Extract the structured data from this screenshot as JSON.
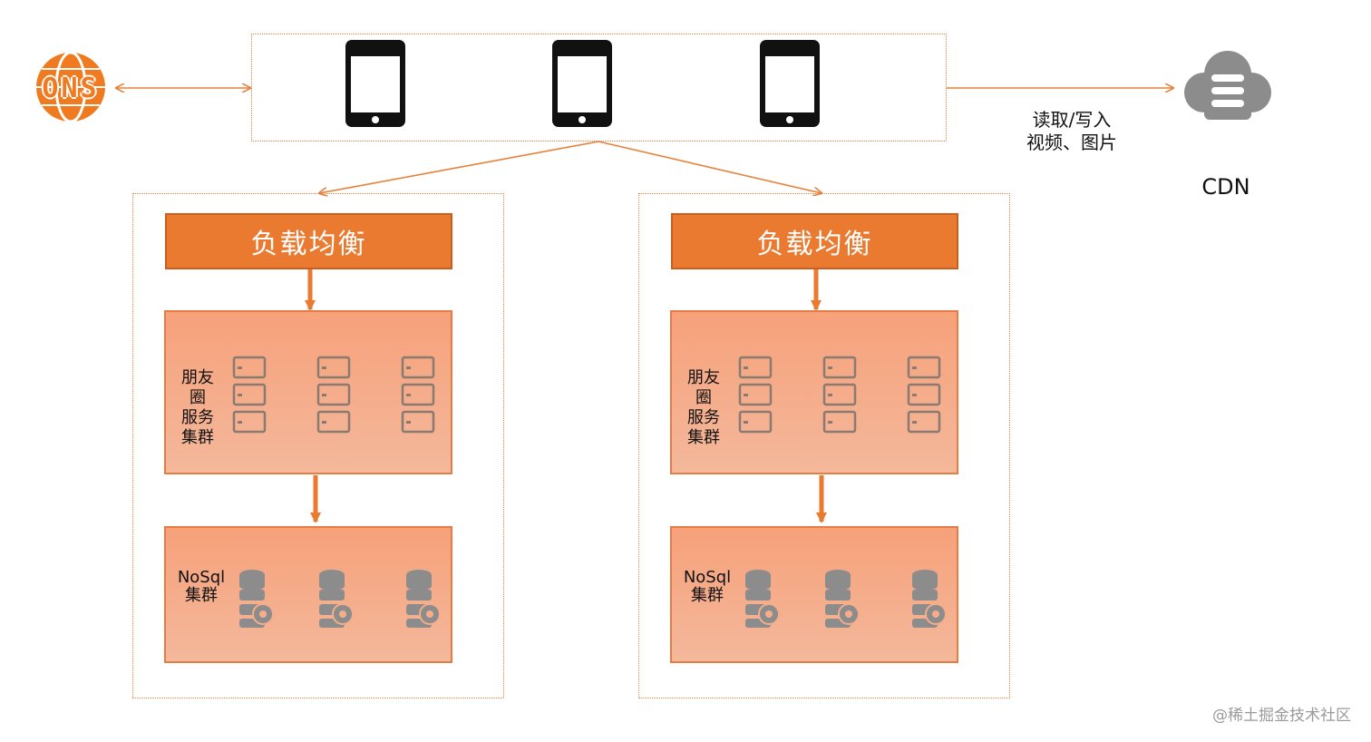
{
  "dns": {
    "label": "ONS"
  },
  "clients": {
    "icons": [
      "tablet-icon",
      "tablet-icon",
      "tablet-icon"
    ]
  },
  "cdn": {
    "label": "CDN",
    "edge_label_line1": "读取/写入",
    "edge_label_line2": "视频、图片"
  },
  "regions": [
    {
      "load_balancer": "负载均衡",
      "service_cluster": {
        "line1": "朋友",
        "line2": "圈",
        "line3": "服务",
        "line4": "集群"
      },
      "nosql_cluster": {
        "line1": "NoSql",
        "line2": "集群"
      }
    },
    {
      "load_balancer": "负载均衡",
      "service_cluster": {
        "line1": "朋友",
        "line2": "圈",
        "line3": "服务",
        "line4": "集群"
      },
      "nosql_cluster": {
        "line1": "NoSql",
        "line2": "集群"
      }
    }
  ],
  "watermark": "@稀土掘金技术社区",
  "colors": {
    "accent": "#e97a2f",
    "cluster": "#f6a17a",
    "border": "#e8803a"
  }
}
